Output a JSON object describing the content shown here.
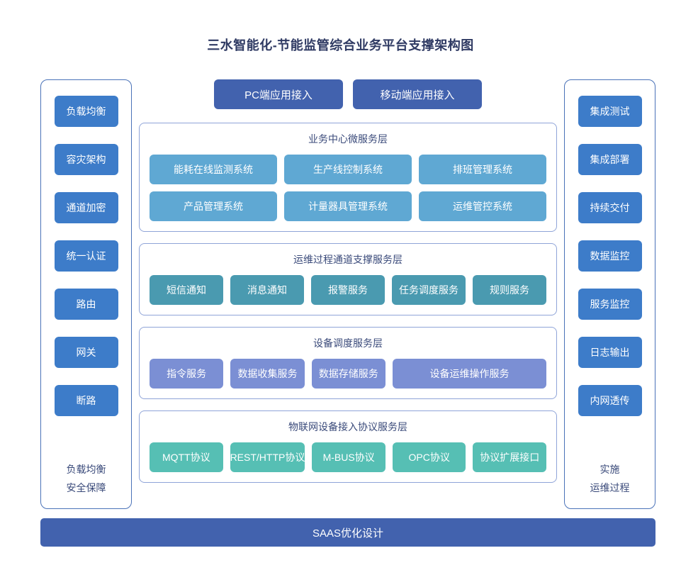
{
  "title": "三水智能化-节能监管综合业务平台支撑架构图",
  "colors": {
    "title_text": "#2f3a63",
    "side_button": "#3d7cc9",
    "access_button": "#4262ae",
    "business_chip": "#5fa8d3",
    "ops_chip": "#4a9ab0",
    "device_chip": "#7b8fd4",
    "iot_chip": "#56bfb4",
    "panel_border": "#4a72b8",
    "layer_border": "#8fa4d8",
    "bottom_bar": "#4262ae"
  },
  "left_panel": {
    "items": [
      {
        "label": "负载均衡"
      },
      {
        "label": "容灾架构"
      },
      {
        "label": "通道加密"
      },
      {
        "label": "统一认证"
      },
      {
        "label": "路由"
      },
      {
        "label": "网关"
      },
      {
        "label": "断路"
      }
    ],
    "footer_line1": "负载均衡",
    "footer_line2": "安全保障"
  },
  "right_panel": {
    "items": [
      {
        "label": "集成测试"
      },
      {
        "label": "集成部署"
      },
      {
        "label": "持续交付"
      },
      {
        "label": "数据监控"
      },
      {
        "label": "服务监控"
      },
      {
        "label": "日志输出"
      },
      {
        "label": "内网透传"
      }
    ],
    "footer_line1": "实施",
    "footer_line2": "运维过程"
  },
  "access": {
    "pc": "PC端应用接入",
    "mobile": "移动端应用接入"
  },
  "layers": {
    "business": {
      "title": "业务中心微服务层",
      "row1": [
        {
          "label": "能耗在线监测系统"
        },
        {
          "label": "生产线控制系统"
        },
        {
          "label": "排班管理系统"
        }
      ],
      "row2": [
        {
          "label": "产品管理系统"
        },
        {
          "label": "计量器具管理系统"
        },
        {
          "label": "运维管控系统"
        }
      ]
    },
    "ops": {
      "title": "运维过程通道支撑服务层",
      "items": [
        {
          "label": "短信通知"
        },
        {
          "label": "消息通知"
        },
        {
          "label": "报警服务"
        },
        {
          "label": "任务调度服务"
        },
        {
          "label": "规则服务"
        }
      ]
    },
    "device": {
      "title": "设备调度服务层",
      "items": [
        {
          "label": "指令服务"
        },
        {
          "label": "数据收集服务"
        },
        {
          "label": "数据存储服务"
        },
        {
          "label": "设备运维操作服务"
        }
      ]
    },
    "iot": {
      "title": "物联网设备接入协议服务层",
      "items": [
        {
          "label": "MQTT协议"
        },
        {
          "label": "REST/HTTP协议"
        },
        {
          "label": "M-BUS协议"
        },
        {
          "label": "OPC协议"
        },
        {
          "label": "协议扩展接口"
        }
      ]
    }
  },
  "bottom_bar": {
    "label": "SAAS优化设计"
  }
}
